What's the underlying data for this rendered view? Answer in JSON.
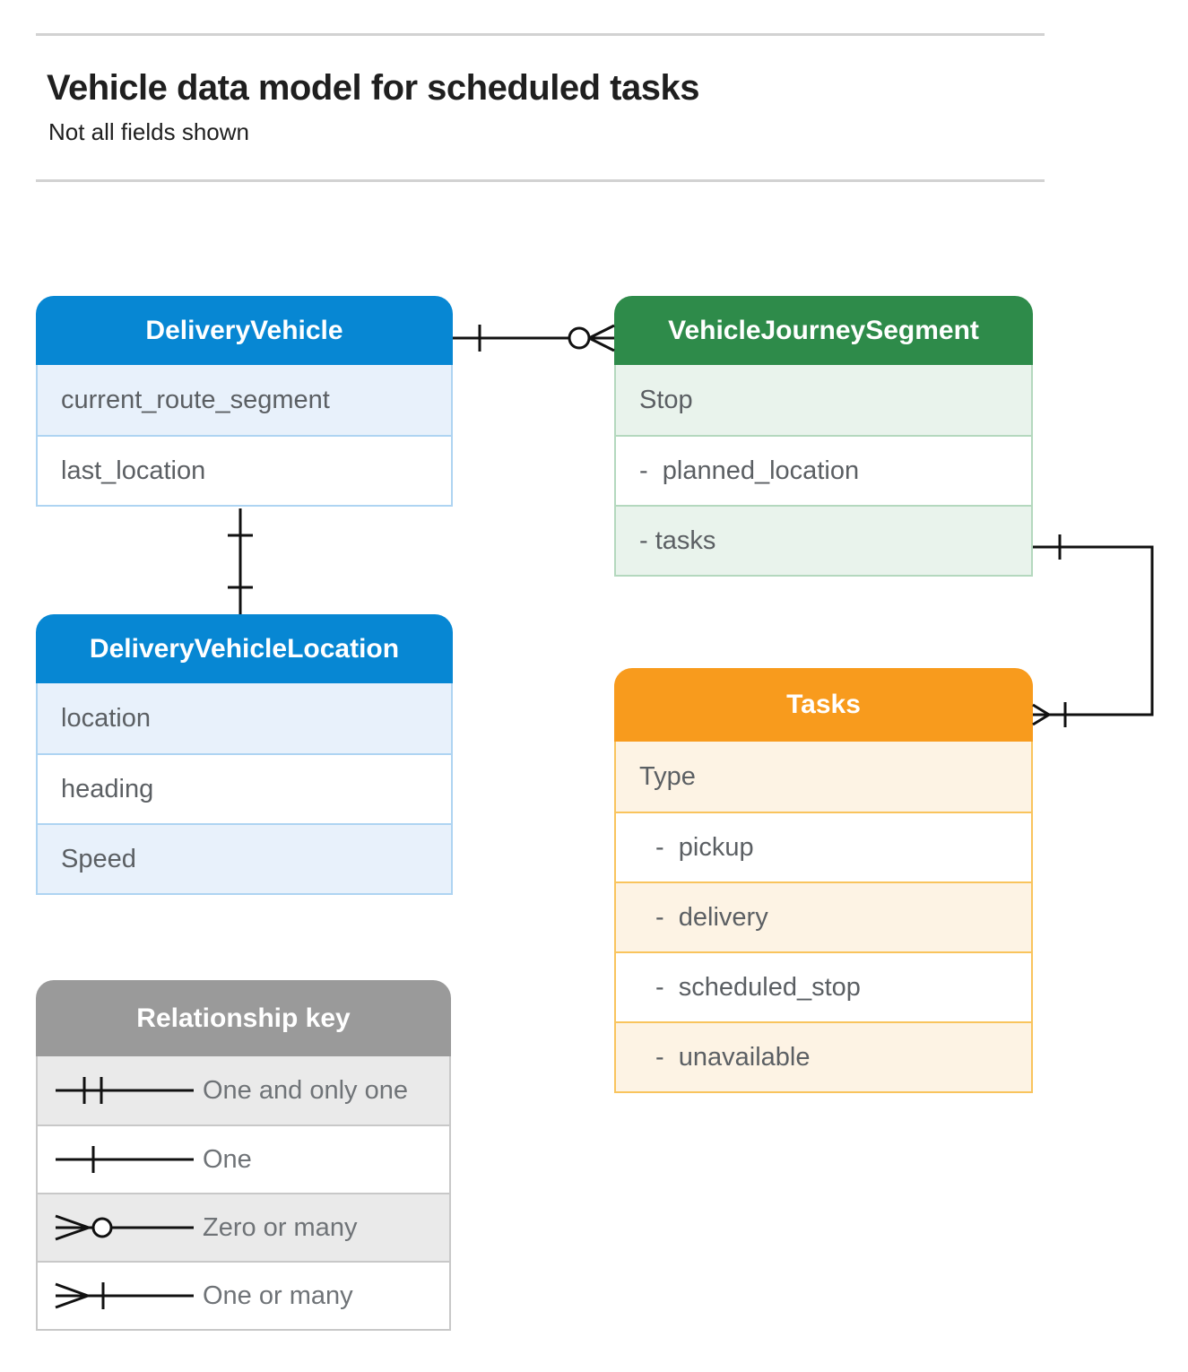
{
  "header": {
    "title": "Vehicle data model for scheduled tasks",
    "subtitle": "Not all fields shown"
  },
  "entities": {
    "delivery_vehicle": {
      "title": "DeliveryVehicle",
      "fields": [
        "current_route_segment",
        "last_location"
      ]
    },
    "vehicle_journey_segment": {
      "title": "VehicleJourneySegment",
      "fields": [
        "Stop",
        "-  planned_location",
        "- tasks"
      ]
    },
    "delivery_vehicle_location": {
      "title": "DeliveryVehicleLocation",
      "fields": [
        "location",
        "heading",
        "Speed"
      ]
    },
    "tasks": {
      "title": "Tasks",
      "fields": [
        "Type",
        "-  pickup",
        "-  delivery",
        "-  scheduled_stop",
        "-  unavailable"
      ]
    }
  },
  "relationships": [
    {
      "from": "DeliveryVehicle",
      "to": "VehicleJourneySegment",
      "from_cardinality": "one",
      "to_cardinality": "zero-or-many"
    },
    {
      "from": "DeliveryVehicle",
      "to": "DeliveryVehicleLocation",
      "from_cardinality": "one",
      "to_cardinality": "one"
    },
    {
      "from": "VehicleJourneySegment.tasks",
      "to": "Tasks",
      "from_cardinality": "one",
      "to_cardinality": "one-or-many"
    }
  ],
  "legend": {
    "title": "Relationship key",
    "items": [
      {
        "symbol": "one-and-only-one",
        "label": "One and only one"
      },
      {
        "symbol": "one",
        "label": "One"
      },
      {
        "symbol": "zero-or-many",
        "label": "Zero or many"
      },
      {
        "symbol": "one-or-many",
        "label": "One or many"
      }
    ]
  },
  "colors": {
    "blue_header": "#0787d3",
    "blue_row": "#e8f1fb",
    "blue_border": "#aed4f2",
    "green_header": "#2e8b4a",
    "green_row": "#e9f3ec",
    "green_border": "#b4d8be",
    "orange_header": "#f89b1d",
    "orange_row": "#fdf3e4",
    "orange_border": "#f9c45d",
    "gray_header": "#9a9a9a",
    "gray_row": "#eaeaea",
    "gray_border": "#c8c8c8",
    "connector_line": "#111111",
    "field_text": "#5b5f63",
    "title_text": "#1f1f1f"
  }
}
